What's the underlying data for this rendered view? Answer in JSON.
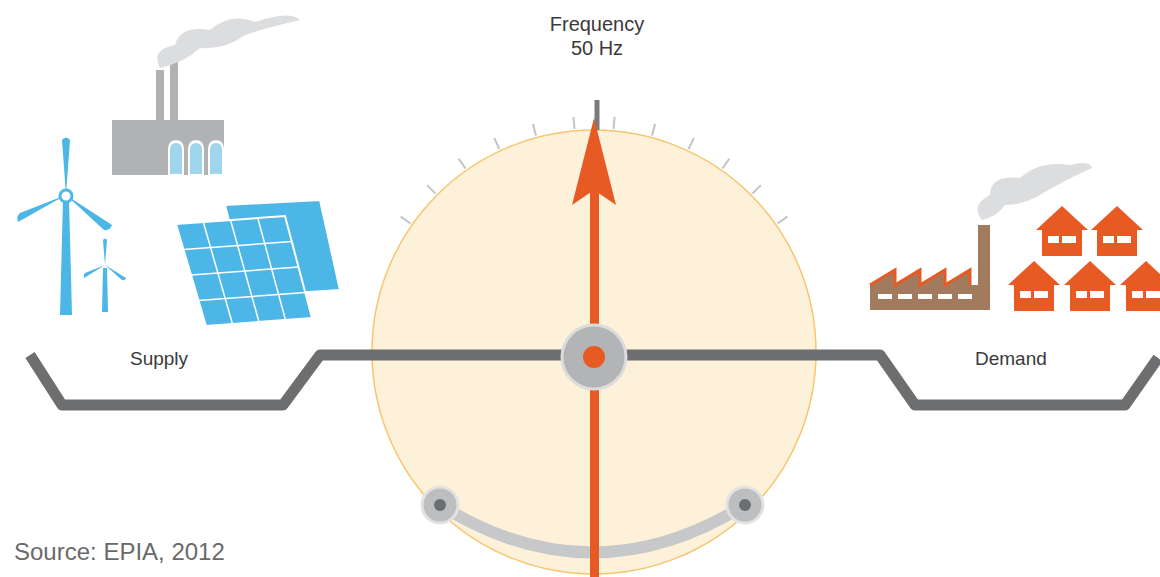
{
  "diagram": {
    "caption": "Source: EPIA, 2012",
    "labels": [
      "Frequency 50 Hz",
      "Supply",
      "Demand"
    ]
  }
}
